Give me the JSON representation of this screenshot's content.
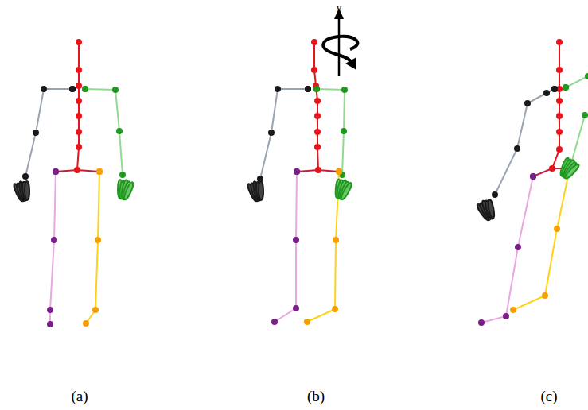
{
  "diagram": {
    "labels": [
      "y",
      "(a)",
      "(b)",
      "(c)"
    ]
  }
}
